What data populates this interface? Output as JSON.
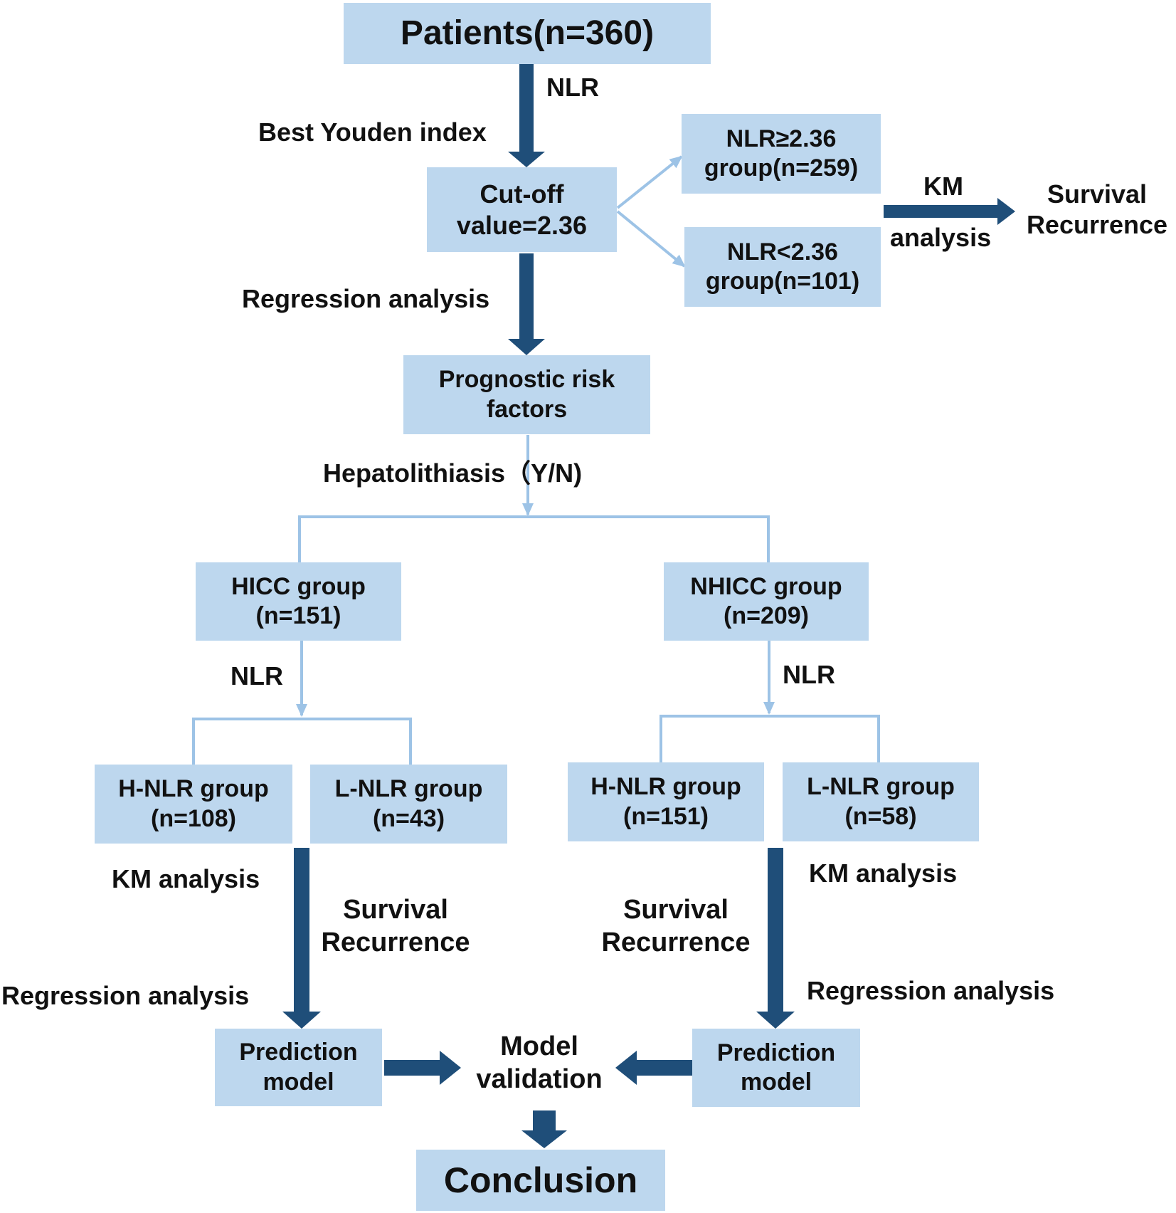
{
  "boxes": {
    "patients": "Patients(n=360)",
    "cutoff": [
      "Cut-off",
      "value=2.36"
    ],
    "nlr_high": [
      "NLR≥2.36",
      "group(n=259)"
    ],
    "nlr_low": [
      "NLR<2.36",
      "group(n=101)"
    ],
    "prognostic": [
      "Prognostic risk",
      "factors"
    ],
    "hicc": [
      "HICC group",
      "(n=151)"
    ],
    "nhicc": [
      "NHICC group",
      "(n=209)"
    ],
    "hicc_h_nlr": [
      "H-NLR group",
      "(n=108)"
    ],
    "hicc_l_nlr": [
      "L-NLR group",
      "(n=43)"
    ],
    "nhicc_h_nlr": [
      "H-NLR group",
      "(n=151)"
    ],
    "nhicc_l_nlr": [
      "L-NLR group",
      "(n=58)"
    ],
    "pred_left": [
      "Prediction",
      "model"
    ],
    "pred_right": [
      "Prediction",
      "model"
    ],
    "conclusion": "Conclusion"
  },
  "labels": {
    "nlr_top": "NLR",
    "best_youden": "Best Youden index",
    "km": "KM",
    "analysis": "analysis",
    "survival_recurrence_top": [
      "Survival",
      "Recurrence"
    ],
    "regression_top": "Regression analysis",
    "hepatolithiasis": "Hepatolithiasis（Y/N)",
    "nlr_left": "NLR",
    "nlr_right": "NLR",
    "km_left": "KM analysis",
    "survival_recurrence_left": [
      "Survival",
      "Recurrence"
    ],
    "regression_left": "Regression analysis",
    "km_right": "KM analysis",
    "survival_recurrence_right": [
      "Survival",
      "Recurrence"
    ],
    "regression_right": "Regression analysis",
    "model_validation": [
      "Model",
      "validation"
    ]
  },
  "colors": {
    "box_fill": "#bdd7ee",
    "thick_arrow": "#1f4e79",
    "thin_line": "#9dc3e6"
  }
}
